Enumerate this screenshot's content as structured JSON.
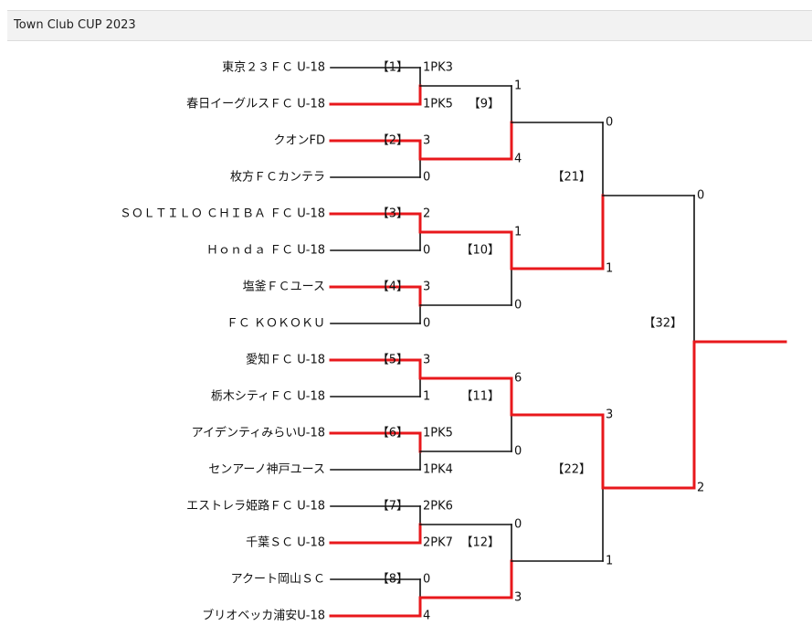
{
  "title": "Town Club CUP 2023",
  "colors": {
    "win": "#e8181c",
    "lose": "#111111",
    "title_bg": "#f2f2f2"
  },
  "teams": [
    {
      "name": "東京２３ＦＣ U-18",
      "score": "1PK3"
    },
    {
      "name": "春日イーグルスＦＣ U-18",
      "score": "1PK5"
    },
    {
      "name": "クオンFD",
      "score": "3"
    },
    {
      "name": "枚方ＦＣカンテラ",
      "score": "0"
    },
    {
      "name": "ＳＯＬＴＩＬＯ ＣＨＩＢＡ ＦＣ U-18",
      "score": "2"
    },
    {
      "name": "Ｈｏｎｄａ ＦＣ U-18",
      "score": "0"
    },
    {
      "name": "塩釜ＦＣユース",
      "score": "3"
    },
    {
      "name": "ＦＣ ＫＯＫＯＫＵ",
      "score": "0"
    },
    {
      "name": "愛知ＦＣ U-18",
      "score": "3"
    },
    {
      "name": "栃木シティＦＣ U-18",
      "score": "1"
    },
    {
      "name": "アイデンティみらいU-18",
      "score": "1PK5"
    },
    {
      "name": "センアーノ神戸ユース",
      "score": "1PK4"
    },
    {
      "name": "エストレラ姫路ＦＣ U-18",
      "score": "2PK6"
    },
    {
      "name": "千葉ＳＣ U-18",
      "score": "2PK7"
    },
    {
      "name": "アクート岡山ＳＣ",
      "score": "0"
    },
    {
      "name": "ブリオベッカ浦安U-18",
      "score": "4"
    }
  ],
  "rounds": [
    {
      "matches": [
        {
          "label": "【1】",
          "winner": 1
        },
        {
          "label": "【2】",
          "winner": 0
        },
        {
          "label": "【3】",
          "winner": 0
        },
        {
          "label": "【4】",
          "winner": 0
        },
        {
          "label": "【5】",
          "winner": 0
        },
        {
          "label": "【6】",
          "winner": 0
        },
        {
          "label": "【7】",
          "winner": 1
        },
        {
          "label": "【8】",
          "winner": 1
        }
      ]
    },
    {
      "matches": [
        {
          "label": "【9】",
          "scores": [
            "1",
            "4"
          ],
          "winner": 1
        },
        {
          "label": "【10】",
          "scores": [
            "1",
            "0"
          ],
          "winner": 0
        },
        {
          "label": "【11】",
          "scores": [
            "6",
            "0"
          ],
          "winner": 0
        },
        {
          "label": "【12】",
          "scores": [
            "0",
            "3"
          ],
          "winner": 1
        }
      ]
    },
    {
      "matches": [
        {
          "label": "【21】",
          "scores": [
            "0",
            "1"
          ],
          "winner": 1
        },
        {
          "label": "【22】",
          "scores": [
            "3",
            "1"
          ],
          "winner": 0
        }
      ]
    },
    {
      "matches": [
        {
          "label": "【32】",
          "scores": [
            "0",
            "2"
          ],
          "winner": 1
        }
      ]
    }
  ]
}
